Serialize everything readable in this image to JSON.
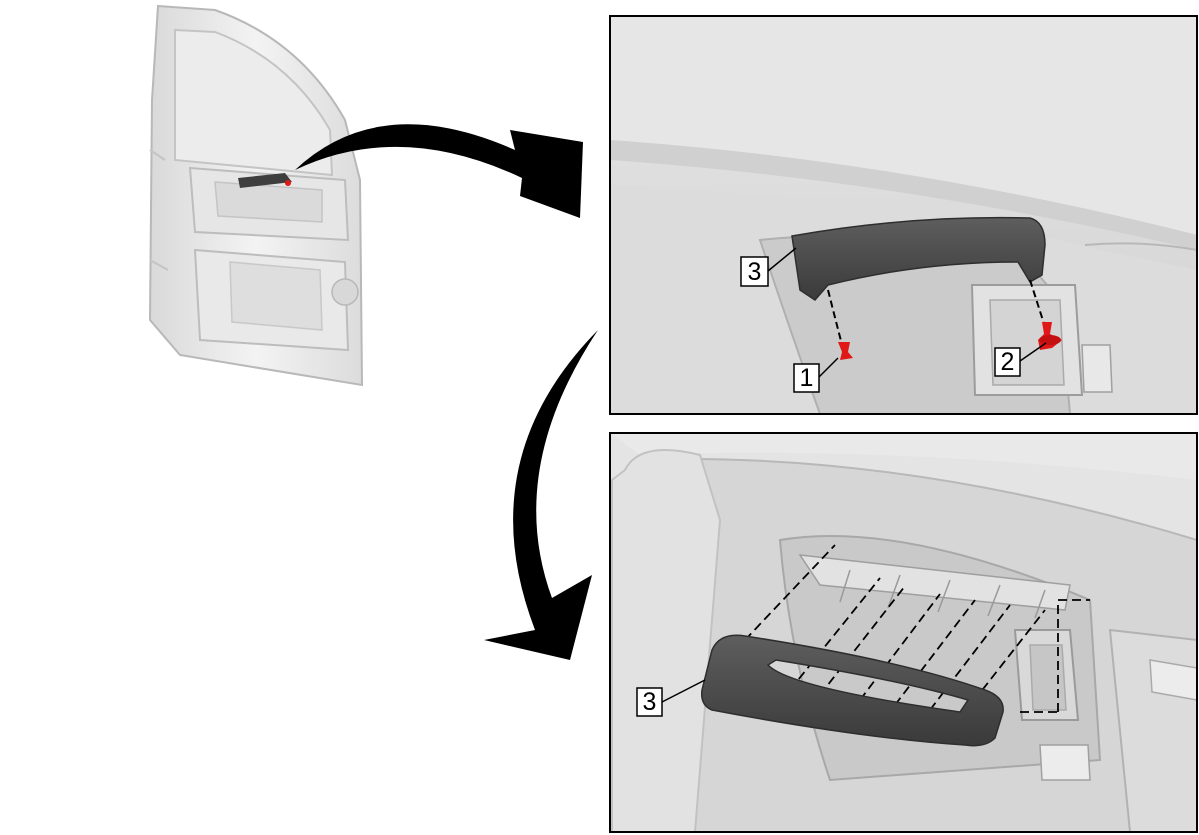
{
  "diagram": {
    "callouts": [
      {
        "id": "c1",
        "text": "1"
      },
      {
        "id": "c2",
        "text": "2"
      },
      {
        "id": "c3a",
        "text": "3"
      },
      {
        "id": "c3b",
        "text": "3"
      }
    ],
    "colors": {
      "fastener": "#e01818",
      "handle": "#4a4a4a",
      "panel_bg": "#e2e2e2",
      "door": "#f0f0f0",
      "arrow": "#000000",
      "frame": "#000000"
    },
    "icons": [
      "door-overview-icon",
      "curved-arrow-icon",
      "pull-handle-icon",
      "push-pin-retainer-icon"
    ]
  }
}
